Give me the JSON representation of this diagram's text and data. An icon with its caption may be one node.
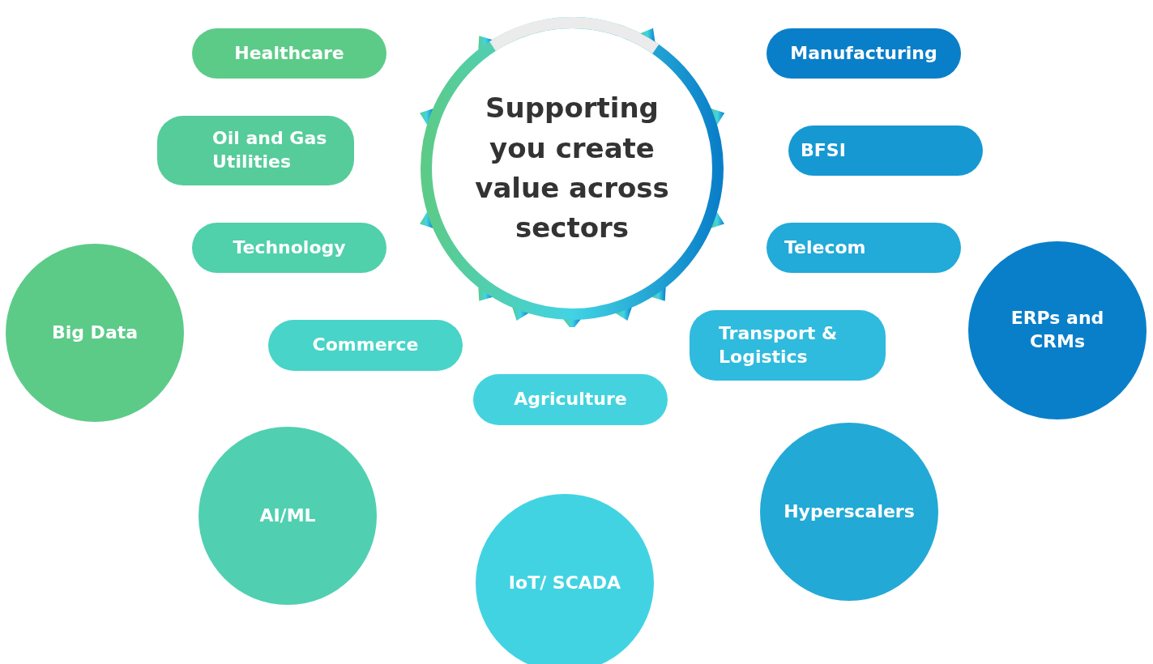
{
  "diagram": {
    "nodes": [
      {
        "text": [
          "Supporting you create value across sectors"
        ]
      },
      {
        "text": [
          "Healthcare"
        ]
      },
      {
        "text": [
          "Oil and Gas Utilities"
        ]
      },
      {
        "text": [
          "Technology"
        ]
      },
      {
        "text": [
          "Commerce"
        ]
      },
      {
        "text": [
          "Agriculture"
        ]
      },
      {
        "text": [
          "Manufacturing"
        ]
      },
      {
        "text": [
          "BFSI"
        ]
      },
      {
        "text": [
          "Telecom"
        ]
      },
      {
        "text": [
          "Transport & Logistics"
        ]
      },
      {
        "text": [
          "Big Data"
        ]
      },
      {
        "text": [
          "AI/ML"
        ]
      },
      {
        "text": [
          "IoT/ SCADA"
        ]
      },
      {
        "text": [
          "Hyperscalers"
        ]
      },
      {
        "text": [
          "ERPs and CRMs"
        ]
      }
    ]
  }
}
